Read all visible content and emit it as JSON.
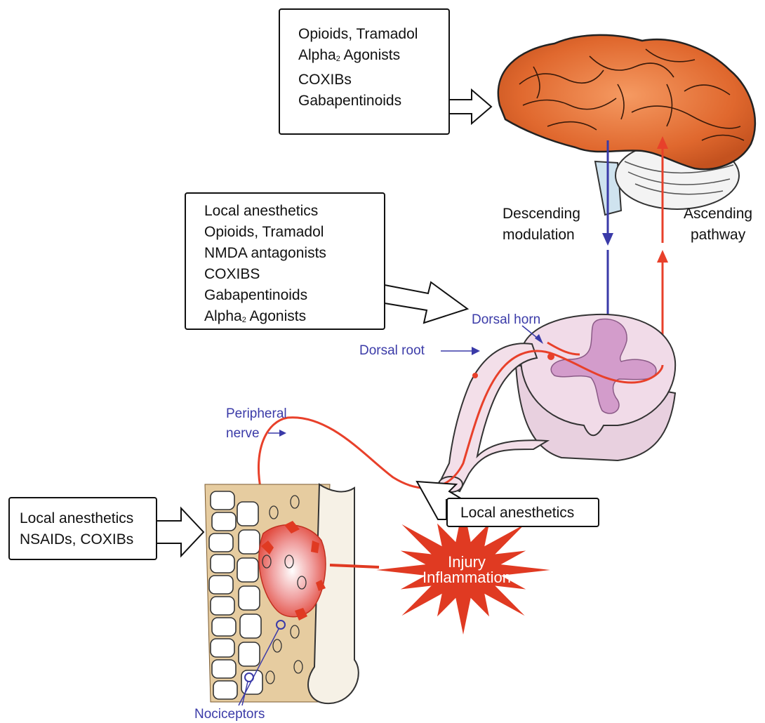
{
  "boxes": {
    "brain_drugs": [
      "Opioids, Tramadol",
      "Alpha",
      "COXIBs",
      "Gabapentinoids"
    ],
    "brain_alpha_suffix": " Agonists",
    "spinal_drugs": [
      "Local anesthetics",
      "Opioids, Tramadol",
      "NMDA antagonists",
      "COXIBS",
      "Gabapentinoids",
      "Alpha"
    ],
    "spinal_alpha_suffix": " Agonists",
    "alpha_subscript": "2",
    "peripheral_drugs": [
      "Local anesthetics",
      "NSAIDs, COXIBs"
    ],
    "nerve_drugs": [
      "Local anesthetics"
    ]
  },
  "labels": {
    "descending": [
      "Descending",
      "modulation"
    ],
    "ascending": [
      "Ascending",
      "pathway"
    ],
    "dorsal_horn": "Dorsal horn",
    "dorsal_root": "Dorsal root",
    "peripheral_nerve": [
      "Peripheral",
      "nerve"
    ],
    "injury": [
      "Injury",
      "Inflammation"
    ],
    "nociceptors": "Nociceptors"
  },
  "colors": {
    "pathway_red": "#e8402a",
    "modulation_blue": "#3a3aa8",
    "brain_orange": "#e06a30",
    "cord_pink": "#f1dbe8",
    "starburst_red": "#e03a22",
    "tissue_tan": "#e6cca0"
  }
}
